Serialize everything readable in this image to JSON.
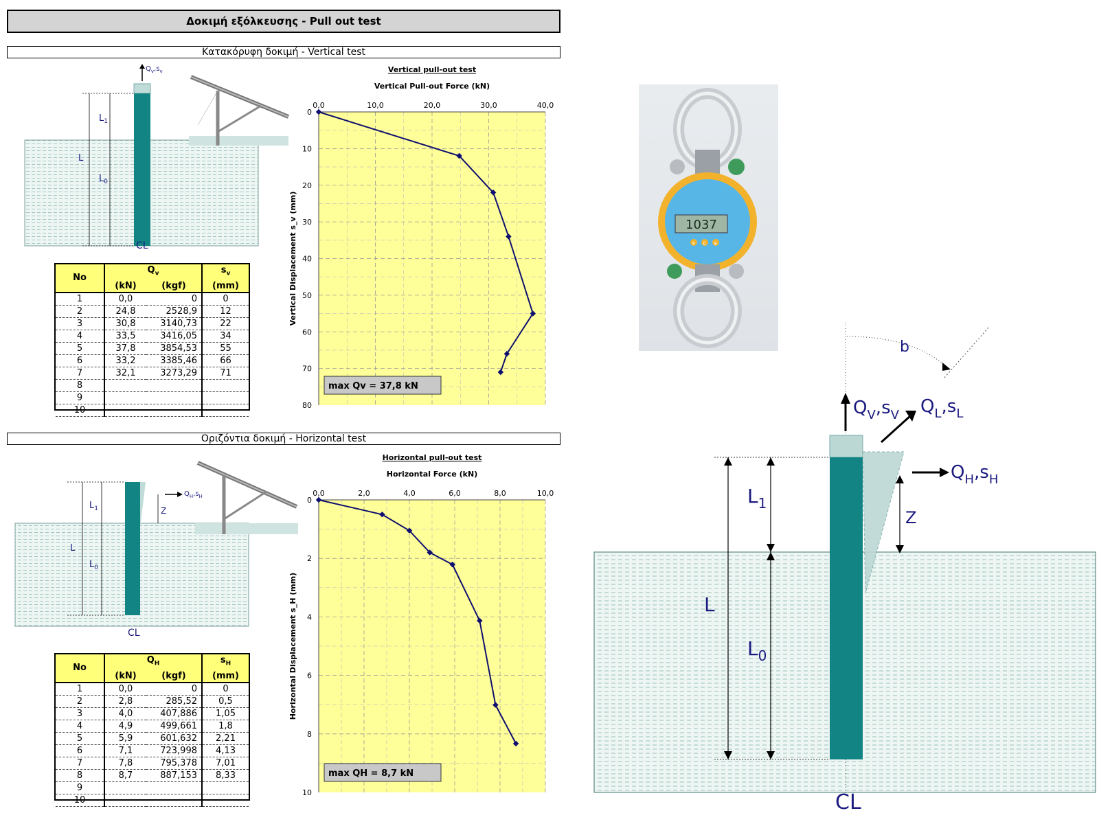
{
  "header": {
    "title": "Δοκιμή εξόλκευσης - Pull out test"
  },
  "vertical": {
    "section_title": "Κατακόρυφη δοκιμή - Vertical test",
    "diagram": {
      "force_label": "Q",
      "force_sub": "v",
      "disp_label": "s",
      "disp_sub": "v",
      "L1": "L",
      "L1_sub": "1",
      "L": "L",
      "L0": "L",
      "L0_sub": "0",
      "axis_label": "CL"
    },
    "table": {
      "col_no": "No",
      "col_q": "Q",
      "col_q_sub": "v",
      "col_s": "s",
      "col_s_sub": "v",
      "unit_kn": "(kN)",
      "unit_kgf": "(kgf)",
      "unit_mm": "(mm)",
      "rows": [
        [
          "1",
          "0,0",
          "0",
          "0"
        ],
        [
          "2",
          "24,8",
          "2528,9",
          "12"
        ],
        [
          "3",
          "30,8",
          "3140,73",
          "22"
        ],
        [
          "4",
          "33,5",
          "3416,05",
          "34"
        ],
        [
          "5",
          "37,8",
          "3854,53",
          "55"
        ],
        [
          "6",
          "33,2",
          "3385,46",
          "66"
        ],
        [
          "7",
          "32,1",
          "3273,29",
          "71"
        ],
        [
          "8",
          "",
          "",
          ""
        ],
        [
          "9",
          "",
          "",
          ""
        ],
        [
          "10",
          "",
          "",
          ""
        ]
      ]
    }
  },
  "horizontal": {
    "section_title": "Οριζόντια δοκιμή - Horizontal test",
    "diagram": {
      "force_label": "Q",
      "force_sub": "H",
      "disp_label": "s",
      "disp_sub": "H",
      "L1": "L",
      "L1_sub": "1",
      "L": "L",
      "L0": "L",
      "L0_sub": "0",
      "Z": "Z",
      "axis_label": "CL"
    },
    "table": {
      "col_no": "No",
      "col_q": "Q",
      "col_q_sub": "H",
      "col_s": "s",
      "col_s_sub": "H",
      "unit_kn": "(kN)",
      "unit_kgf": "(kgf)",
      "unit_mm": "(mm)",
      "rows": [
        [
          "1",
          "0,0",
          "0",
          "0"
        ],
        [
          "2",
          "2,8",
          "285,52",
          "0,5"
        ],
        [
          "3",
          "4,0",
          "407,886",
          "1,05"
        ],
        [
          "4",
          "4,9",
          "499,661",
          "1,8"
        ],
        [
          "5",
          "5,9",
          "601,632",
          "2,21"
        ],
        [
          "6",
          "7,1",
          "723,998",
          "4,13"
        ],
        [
          "7",
          "7,8",
          "795,378",
          "7,01"
        ],
        [
          "8",
          "8,7",
          "887,153",
          "8,33"
        ],
        [
          "9",
          "",
          "",
          ""
        ],
        [
          "10",
          "",
          "",
          ""
        ]
      ]
    }
  },
  "chart_data": [
    {
      "type": "line",
      "title": "Vertical pull-out test",
      "xlabel": "Vertical Pull-out Force (kN)",
      "ylabel": "Vertical Displacement s_v (mm)",
      "x_ticks": [
        "0,0",
        "10,0",
        "20,0",
        "30,0",
        "40,0"
      ],
      "y_ticks": [
        "0",
        "10",
        "20",
        "30",
        "40",
        "50",
        "60",
        "70",
        "80"
      ],
      "xlim": [
        0,
        40
      ],
      "ylim": [
        0,
        80
      ],
      "y_inverted": true,
      "x_axis_position": "top",
      "grid": true,
      "background": "#ffff99",
      "series": [
        {
          "x": [
            0.0,
            24.8,
            30.8,
            33.5,
            37.8,
            33.2,
            32.1
          ],
          "y": [
            0,
            12,
            22,
            34,
            55,
            66,
            71
          ],
          "color": "#101070"
        }
      ],
      "annotation": "max Qv = 37,8 kN"
    },
    {
      "type": "line",
      "title": "Horizontal pull-out test",
      "xlabel": "Horizontal Force (kN)",
      "ylabel": "Horizontal Displacement s_H (mm)",
      "x_ticks": [
        "0,0",
        "2,0",
        "4,0",
        "6,0",
        "8,0",
        "10,0"
      ],
      "y_ticks": [
        "0",
        "2",
        "4",
        "6",
        "8",
        "10"
      ],
      "xlim": [
        0,
        10
      ],
      "ylim": [
        0,
        10
      ],
      "y_inverted": true,
      "x_axis_position": "top",
      "grid": true,
      "background": "#ffff99",
      "series": [
        {
          "x": [
            0.0,
            2.8,
            4.0,
            4.9,
            5.9,
            7.1,
            7.8,
            8.7
          ],
          "y": [
            0,
            0.5,
            1.05,
            1.8,
            2.21,
            4.13,
            7.01,
            8.33
          ],
          "color": "#101070"
        }
      ],
      "annotation": "max QH = 8,7 kN"
    }
  ],
  "device_photo": {
    "display_reading": "1037",
    "buttons": [
      "F",
      "C",
      "E"
    ]
  },
  "large_diagram": {
    "angle_label": "b",
    "qv": "Q",
    "qv_sub": "V",
    "sv": "s",
    "sv_sub": "V",
    "ql": "Q",
    "ql_sub": "L",
    "sl": "s",
    "sl_sub": "L",
    "qh": "Q",
    "qh_sub": "H",
    "sh": "s",
    "sh_sub": "H",
    "L1": "L",
    "L1_sub": "1",
    "Z": "Z",
    "L": "L",
    "L0": "L",
    "L0_sub": "0",
    "axis_label": "CL"
  },
  "colors": {
    "pile": "#128484",
    "ground": "#e8f3f1",
    "ground_lines": "#7fb1ab",
    "chart_bg": "#ffff99",
    "line": "#101070",
    "label": "#1a1a80"
  }
}
